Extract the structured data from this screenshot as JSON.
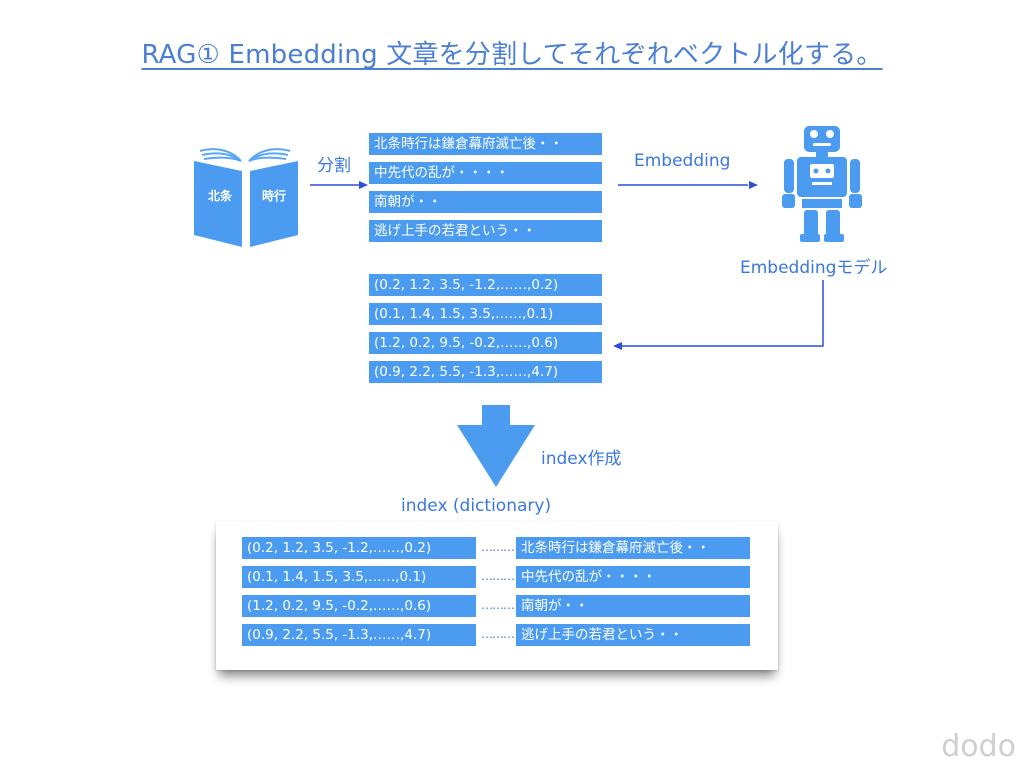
{
  "title": "RAG① Embedding 文章を分割してそれぞれベクトル化する。",
  "book": {
    "left_label": "北条",
    "right_label": "時行"
  },
  "split_label": "分割",
  "embedding_label": "Embedding",
  "model_label": "Embeddingモデル",
  "chunks": [
    "北条時行は鎌倉幕府滅亡後・・",
    "中先代の乱が・・・・",
    "南朝が・・",
    "逃げ上手の若君という・・"
  ],
  "vectors": [
    "(0.2, 1.2, 3.5, -1.2,……,0.2)",
    "(0.1, 1.4, 1.5,  3.5,……,0.1)",
    "(1.2, 0.2, 9.5, -0.2,……,0.6)",
    "(0.9, 2.2, 5.5, -1.3,……,4.7)"
  ],
  "index_create_label": "index作成",
  "index_title": "index (dictionary)",
  "index_rows": [
    {
      "vector": "(0.2, 1.2, 3.5, -1.2,……,0.2)",
      "text": "北条時行は鎌倉幕府滅亡後・・"
    },
    {
      "vector": "(0.1, 1.4, 1.5,  3.5,……,0.1)",
      "text": "中先代の乱が・・・・"
    },
    {
      "vector": "(1.2, 0.2, 9.5, -0.2,……,0.6)",
      "text": "南朝が・・"
    },
    {
      "vector": "(0.9, 2.2, 5.5, -1.3,……,4.7)",
      "text": "逃げ上手の若君という・・"
    }
  ],
  "dots": "………",
  "watermark": "dodo",
  "colors": {
    "accent": "#4b9cf0",
    "arrow": "#2b4fd6",
    "title": "#4a7fd4",
    "label": "#3a78e0"
  }
}
